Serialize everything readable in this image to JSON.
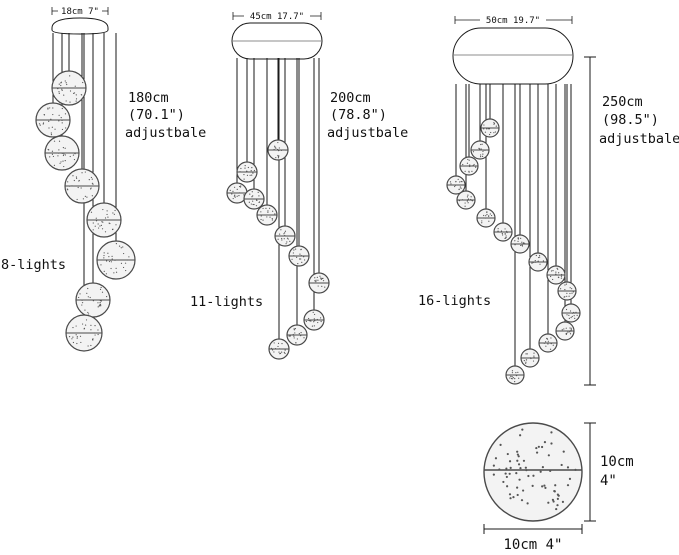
{
  "colors": {
    "line": "#1a1a1a",
    "globe_fill": "#f3f3f3",
    "globe_stroke": "#4a4a4a",
    "speckle": "#555555"
  },
  "models": [
    {
      "canopy_label": "18cm 7\"",
      "height_lines": [
        "180cm",
        "(70.1\")",
        "adjustbale"
      ],
      "count_label": "8-lights"
    },
    {
      "canopy_label": "45cm 17.7\"",
      "height_lines": [
        "200cm",
        "(78.8\")",
        "adjustbale"
      ],
      "count_label": "11-lights"
    },
    {
      "canopy_label": "50cm 19.7\"",
      "height_lines": [
        "250cm",
        "(98.5\")",
        "adjustbale"
      ],
      "count_label": "16-lights"
    }
  ],
  "globe_detail": {
    "height_lines": [
      "10cm",
      "4\""
    ],
    "width_label": "10cm 4\""
  }
}
